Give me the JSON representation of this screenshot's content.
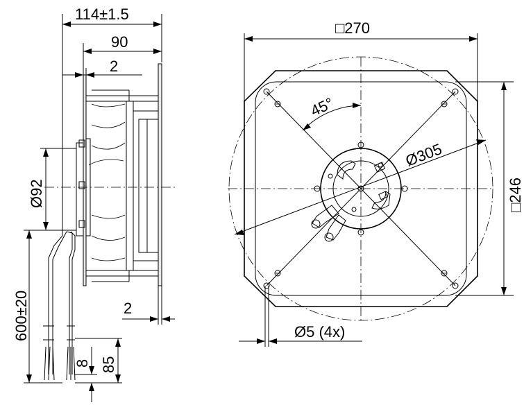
{
  "drawing": {
    "side_view": {
      "overall_length": "114±1.5",
      "body_length": "90",
      "flange_offset": "2",
      "motor_diameter": "Ø92",
      "cable_length": "600±20",
      "flange_thickness": "2",
      "wire_strip": "8",
      "wire_end": "85"
    },
    "front_view": {
      "square_size": "□270",
      "hole_spacing": "□246",
      "bolt_circle": "Ø305",
      "angle": "45°",
      "holes": "Ø5 (4x)"
    }
  }
}
